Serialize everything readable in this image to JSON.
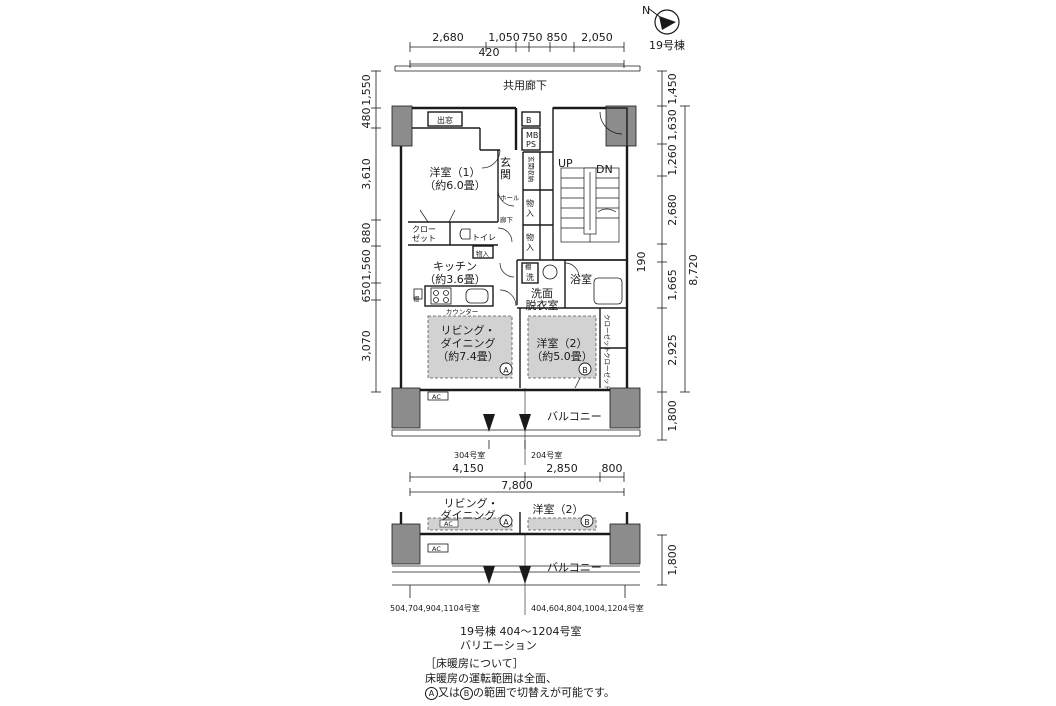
{
  "compass": {
    "north": "N",
    "building": "19号棟"
  },
  "top_dims": {
    "row1": [
      "2,680",
      "1,050",
      "750",
      "850",
      "2,050"
    ],
    "row2": "420"
  },
  "left_dims": [
    "1,550",
    "480",
    "3,610",
    "880",
    "1,560",
    "650",
    "3,070"
  ],
  "right_dims": [
    "1,450",
    "1,630",
    "1,260",
    "2,680",
    "190",
    "1,665",
    "2,925",
    "1,800"
  ],
  "right_total": "8,720",
  "corridor": "共用廊下",
  "rooms": {
    "bedroom1": "洋室（1）",
    "bedroom1_area": "（約6.0畳）",
    "bay_window": "出窓",
    "entrance": "玄関",
    "hall": "ホール",
    "hallway": "廊下",
    "shoe_storage": "玄関収納",
    "storage": "物入",
    "closet": "クローゼット",
    "closet_line1": "クロー",
    "closet_line2": "ゼット",
    "toilet": "トイレ",
    "kitchen": "キッチン",
    "kitchen_area": "（約3.6畳）",
    "counter": "カウンター",
    "living_line1": "リビング・",
    "living_line2": "ダイニング",
    "living_area": "（約7.4畳）",
    "bedroom2": "洋室（2）",
    "bedroom2_area": "（約5.0畳）",
    "washroom_line1": "洗面",
    "washroom_line2": "脱衣室",
    "bathroom": "浴室",
    "laundry": "洗",
    "shelf": "棚",
    "b_label": "B",
    "mbps_line1": "MB",
    "mbps_line2": "PS",
    "up": "UP",
    "dn": "DN",
    "ac": "AC",
    "marker_a": "A",
    "marker_b": "B"
  },
  "balcony": "バルコニー",
  "unit_labels": {
    "left": "304号室",
    "right": "204号室"
  },
  "variation": {
    "dims": [
      "4,150",
      "2,850",
      "800"
    ],
    "total": "7,800",
    "living_line1": "リビング・",
    "living_line2": "ダイニング",
    "bedroom2": "洋室（2）",
    "balcony": "バルコニー",
    "balcony_dim": "1,800",
    "left_units": "504,704,904,1104号室",
    "right_units": "404,604,804,1004,1204号室",
    "ac": "AC"
  },
  "caption": {
    "line1": "19号棟 404〜1204号室",
    "line2": "バリエーション"
  },
  "note": {
    "title": "［床暖房について］",
    "line1": "床暖房の運転範囲は全面、",
    "line2_marker_a": "A",
    "line2_mid": "又は",
    "line2_marker_b": "B",
    "line2_end": "の範囲で切替えが可能です。"
  }
}
